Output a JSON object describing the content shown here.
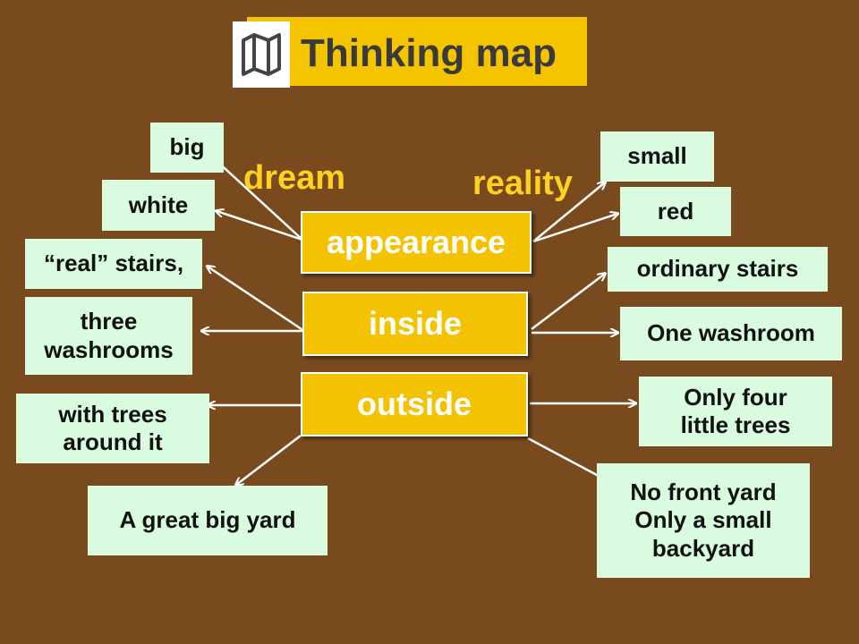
{
  "title": "Thinking map",
  "labels": {
    "dream": "dream",
    "reality": "reality"
  },
  "hubs": {
    "appearance": "appearance",
    "inside": "inside",
    "outside": "outside"
  },
  "dream_items": {
    "big": "big",
    "white": "white",
    "stairs": "“real” stairs,",
    "washrooms": "three\n washrooms",
    "trees": "with trees\naround it",
    "yard": "A great big yard"
  },
  "reality_items": {
    "small": "small",
    "red": "red",
    "stairs": "ordinary stairs",
    "washroom": "One washroom",
    "trees": "Only four\nlittle trees",
    "yard": "No front yard\nOnly a small\nbackyard"
  },
  "colors": {
    "background": "#7a4a1f",
    "hub": "#f3c200",
    "leaf": "#d9fbe0",
    "accent_text": "#ffd21f",
    "arrow": "#ffffff"
  },
  "icons": {
    "title": "map-icon"
  }
}
